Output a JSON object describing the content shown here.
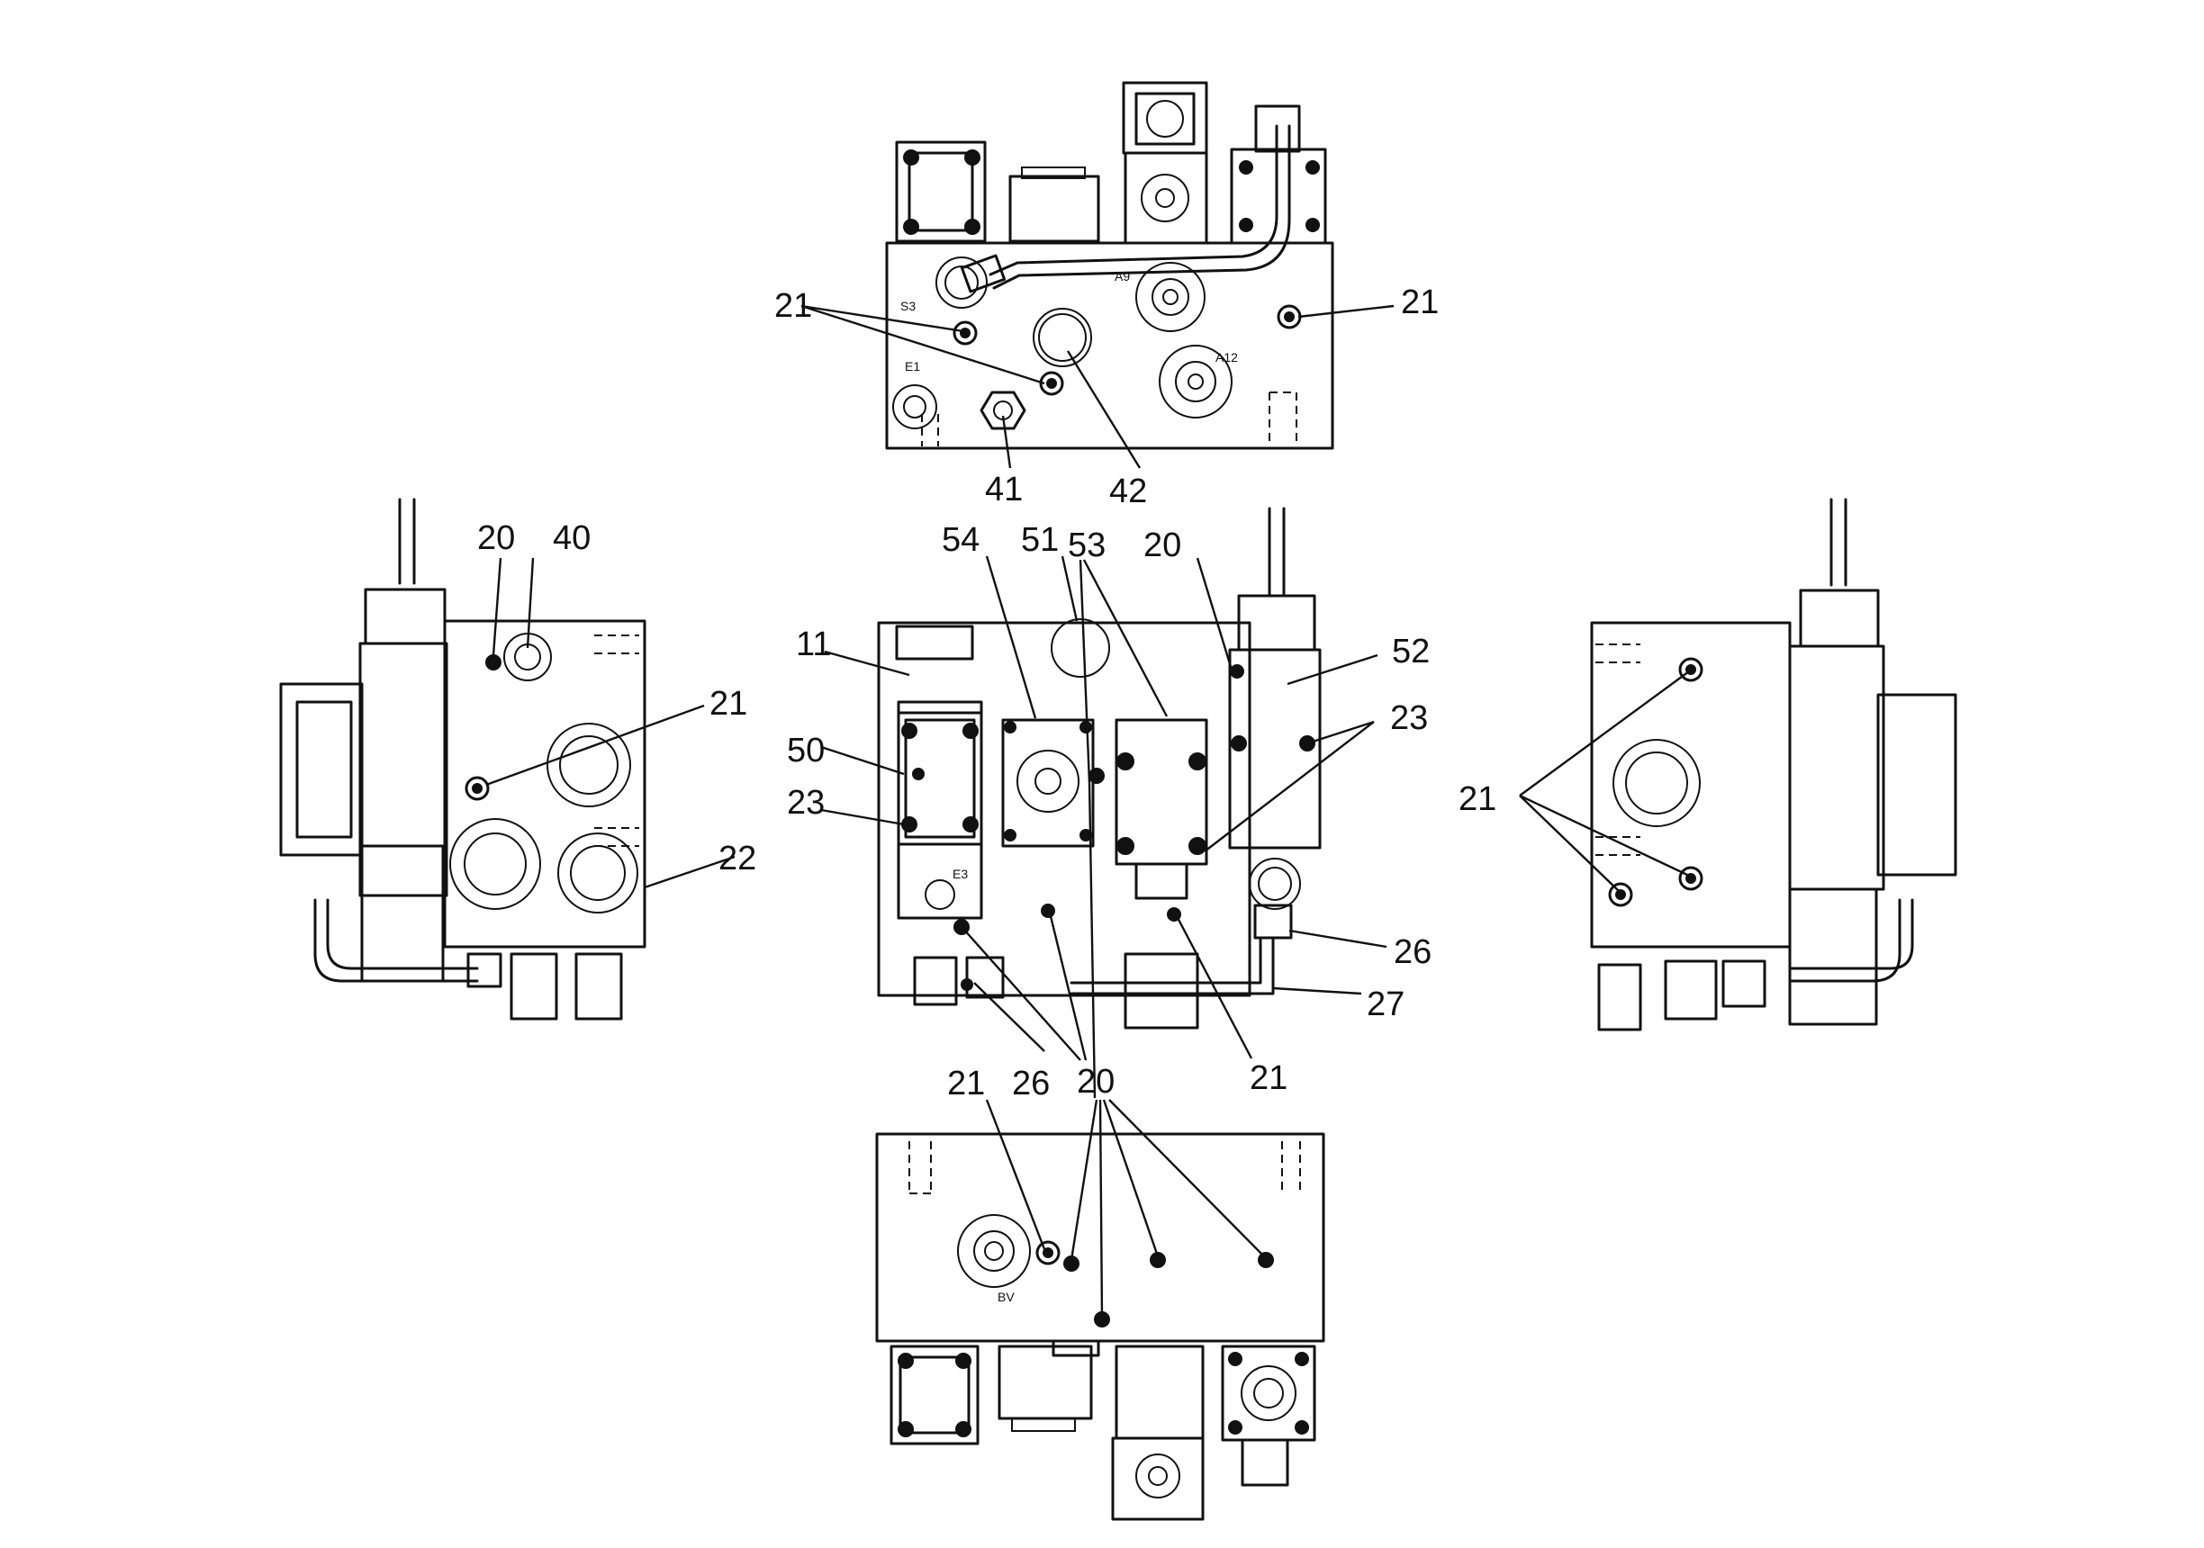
{
  "callouts": {
    "c_21_top_left": "21",
    "c_21_top_right": "21",
    "c_41": "41",
    "c_42": "42",
    "c_20_left": "20",
    "c_40": "40",
    "c_21_left": "21",
    "c_22": "22",
    "c_54": "54",
    "c_51": "51",
    "c_53": "53",
    "c_20_center": "20",
    "c_52": "52",
    "c_11": "11",
    "c_50": "50",
    "c_23_left": "23",
    "c_23_right": "23",
    "c_26_right": "26",
    "c_27": "27",
    "c_21_center": "21",
    "c_21_bottom": "21",
    "c_26_bottom": "26",
    "c_20_bottom": "20",
    "c_21_right_view": "21"
  },
  "ports": {
    "s3": "S3",
    "a9": "A9",
    "a12": "A12",
    "e1": "E1",
    "e3": "E3",
    "bv": "BV"
  }
}
